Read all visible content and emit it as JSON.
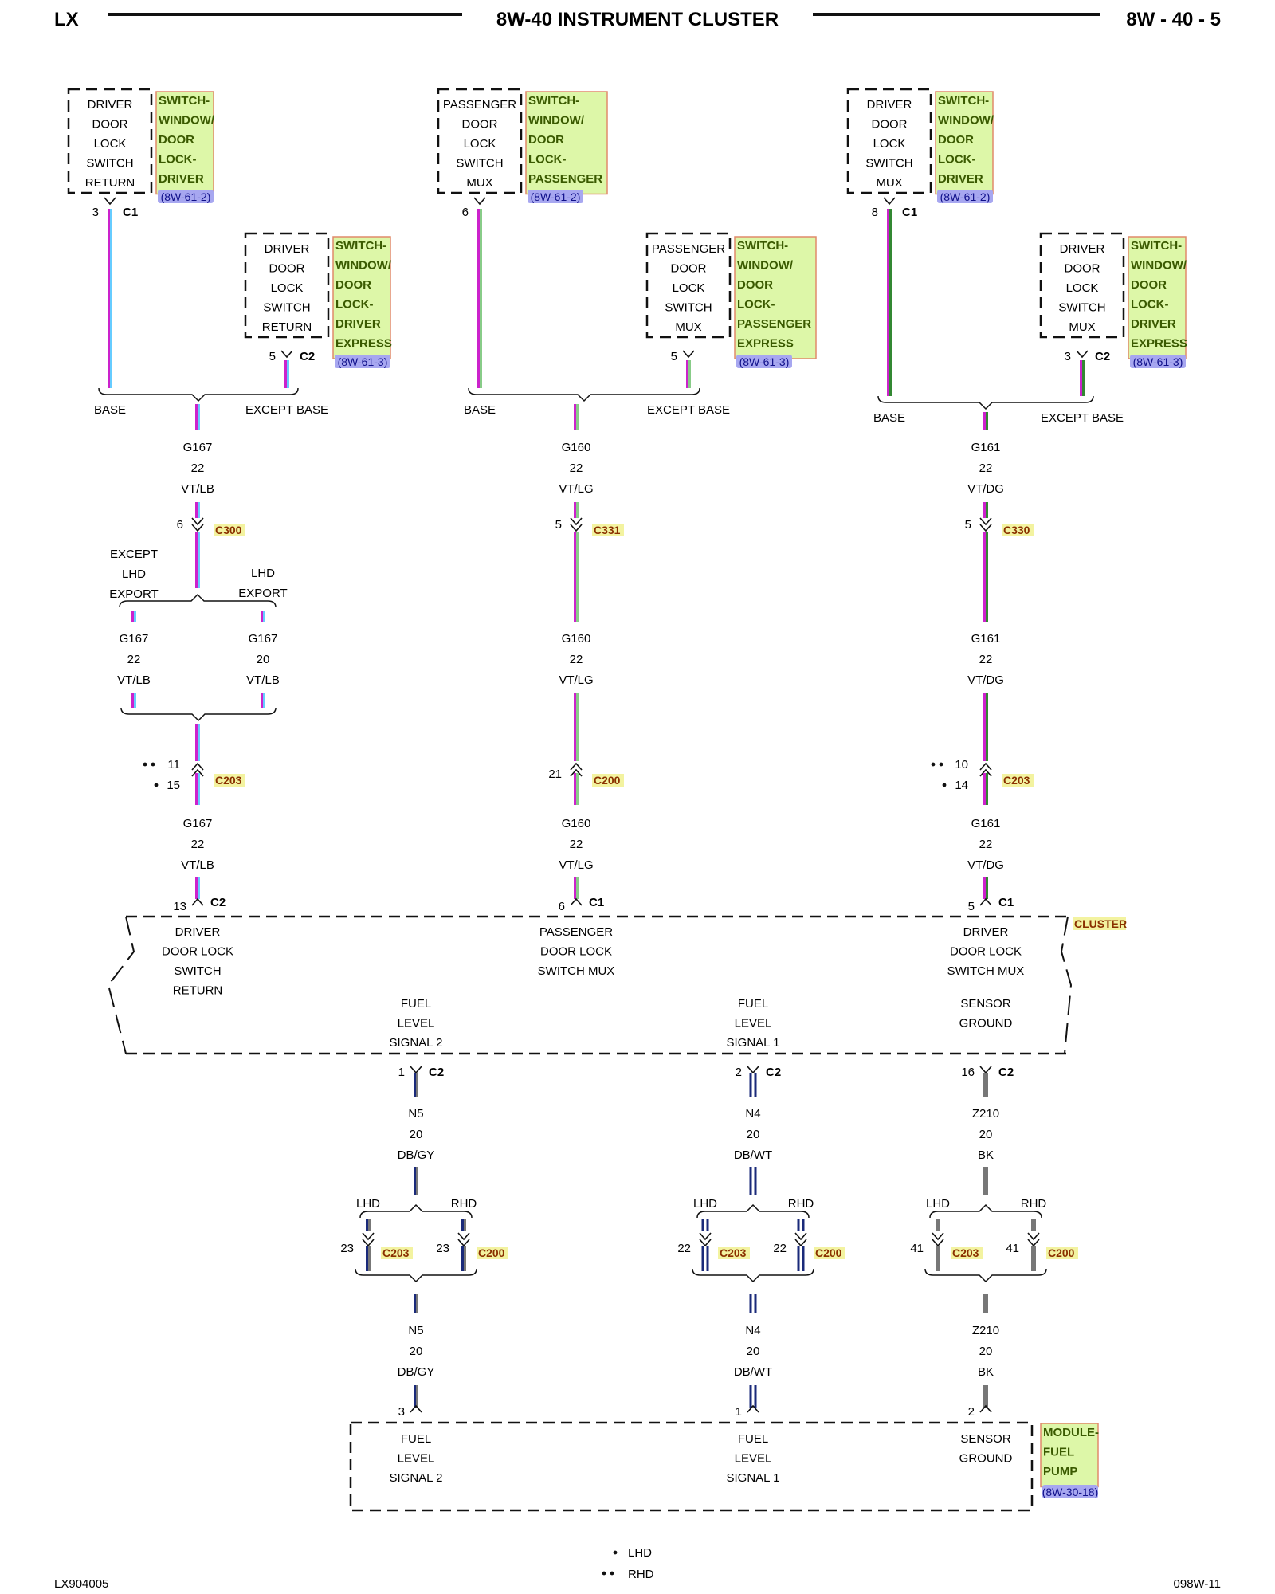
{
  "header": {
    "left": "LX",
    "title": "8W-40 INSTRUMENT CLUSTER",
    "right": "8W - 40 - 5"
  },
  "footer": {
    "left": "LX904005",
    "right": "098W-11"
  },
  "legend": {
    "lhd": "LHD",
    "rhd": "RHD"
  },
  "ref_top": "(8W-61-2)",
  "ref_express": "(8W-61-3)",
  "ref_pump": "(8W-30-18)",
  "label_base": "BASE",
  "label_except_base": "EXCEPT BASE",
  "label_except_lhd_export": [
    "EXCEPT",
    "LHD",
    "EXPORT"
  ],
  "label_lhd_export": [
    "LHD",
    "EXPORT"
  ],
  "label_lhd": "LHD",
  "label_rhd": "RHD",
  "cluster_label": "CLUSTER",
  "pump_label": [
    "MODULE-",
    "FUEL",
    "PUMP"
  ],
  "columns": [
    {
      "top_switch": {
        "lines": [
          "DRIVER",
          "DOOR",
          "LOCK",
          "SWITCH",
          "RETURN"
        ],
        "comp": [
          "SWITCH-",
          "WINDOW/",
          "DOOR",
          "LOCK-",
          "DRIVER"
        ],
        "pin": "3",
        "conn": "C1"
      },
      "exp_switch": {
        "lines": [
          "DRIVER",
          "DOOR",
          "LOCK",
          "SWITCH",
          "RETURN"
        ],
        "comp": [
          "SWITCH-",
          "WINDOW/",
          "DOOR",
          "LOCK-",
          "DRIVER",
          "EXPRESS"
        ],
        "pin": "5",
        "conn": "C2"
      },
      "wire1": [
        "G167",
        "22",
        "VT/LB"
      ],
      "inline1": {
        "pin": "6",
        "conn": "C300"
      },
      "wire2_split": [
        [
          "G167",
          "22",
          "VT/LB"
        ],
        [
          "G167",
          "20",
          "VT/LB"
        ]
      ],
      "inline2": {
        "pins": [
          "11",
          "15"
        ],
        "conn": "C203"
      },
      "wire3": [
        "G167",
        "22",
        "VT/LB"
      ],
      "cluster_pin": "13",
      "cluster_conn": "C2",
      "cluster_func": [
        "DRIVER",
        "DOOR LOCK",
        "SWITCH",
        "RETURN"
      ]
    },
    {
      "top_switch": {
        "lines": [
          "PASSENGER",
          "DOOR",
          "LOCK",
          "SWITCH",
          "MUX"
        ],
        "comp": [
          "SWITCH-",
          "WINDOW/",
          "DOOR",
          "LOCK-",
          "PASSENGER"
        ],
        "pin": "6",
        "conn": ""
      },
      "exp_switch": {
        "lines": [
          "PASSENGER",
          "DOOR",
          "LOCK",
          "SWITCH",
          "MUX"
        ],
        "comp": [
          "SWITCH-",
          "WINDOW/",
          "DOOR",
          "LOCK-",
          "PASSENGER",
          "EXPRESS"
        ],
        "pin": "5",
        "conn": ""
      },
      "wire1": [
        "G160",
        "22",
        "VT/LG"
      ],
      "inline1": {
        "pin": "5",
        "conn": "C331"
      },
      "wire2": [
        "G160",
        "22",
        "VT/LG"
      ],
      "inline2": {
        "pins": [
          "21"
        ],
        "conn": "C200"
      },
      "wire3": [
        "G160",
        "22",
        "VT/LG"
      ],
      "cluster_pin": "6",
      "cluster_conn": "C1",
      "cluster_func": [
        "PASSENGER",
        "DOOR LOCK",
        "SWITCH MUX"
      ]
    },
    {
      "top_switch": {
        "lines": [
          "DRIVER",
          "DOOR",
          "LOCK",
          "SWITCH",
          "MUX"
        ],
        "comp": [
          "SWITCH-",
          "WINDOW/",
          "DOOR",
          "LOCK-",
          "DRIVER"
        ],
        "pin": "8",
        "conn": "C1"
      },
      "exp_switch": {
        "lines": [
          "DRIVER",
          "DOOR",
          "LOCK",
          "SWITCH",
          "MUX"
        ],
        "comp": [
          "SWITCH-",
          "WINDOW/",
          "DOOR",
          "LOCK-",
          "DRIVER",
          "EXPRESS"
        ],
        "pin": "3",
        "conn": "C2"
      },
      "wire1": [
        "G161",
        "22",
        "VT/DG"
      ],
      "inline1": {
        "pin": "5",
        "conn": "C330"
      },
      "wire2": [
        "G161",
        "22",
        "VT/DG"
      ],
      "inline2": {
        "pins": [
          "10",
          "14"
        ],
        "conn": "C203"
      },
      "wire3": [
        "G161",
        "22",
        "VT/DG"
      ],
      "cluster_pin": "5",
      "cluster_conn": "C1",
      "cluster_func": [
        "DRIVER",
        "DOOR LOCK",
        "SWITCH MUX"
      ]
    }
  ],
  "fuel": [
    {
      "cluster_func": [
        "FUEL",
        "LEVEL",
        "SIGNAL 2"
      ],
      "cluster_pin": "1",
      "cluster_conn": "C2",
      "wire1": [
        "N5",
        "20",
        "DB/GY"
      ],
      "lhd": {
        "pin": "23",
        "conn": "C203"
      },
      "rhd": {
        "pin": "23",
        "conn": "C200"
      },
      "wire2": [
        "N5",
        "20",
        "DB/GY"
      ],
      "pump_pin": "3",
      "pump_func": [
        "FUEL",
        "LEVEL",
        "SIGNAL 2"
      ]
    },
    {
      "cluster_func": [
        "FUEL",
        "LEVEL",
        "SIGNAL 1"
      ],
      "cluster_pin": "2",
      "cluster_conn": "C2",
      "wire1": [
        "N4",
        "20",
        "DB/WT"
      ],
      "lhd": {
        "pin": "22",
        "conn": "C203"
      },
      "rhd": {
        "pin": "22",
        "conn": "C200"
      },
      "wire2": [
        "N4",
        "20",
        "DB/WT"
      ],
      "pump_pin": "1",
      "pump_func": [
        "FUEL",
        "LEVEL",
        "SIGNAL 1"
      ]
    },
    {
      "cluster_func": [
        "SENSOR",
        "GROUND"
      ],
      "cluster_pin": "16",
      "cluster_conn": "C2",
      "wire1": [
        "Z210",
        "20",
        "BK"
      ],
      "lhd": {
        "pin": "41",
        "conn": "C203"
      },
      "rhd": {
        "pin": "41",
        "conn": "C200"
      },
      "wire2": [
        "Z210",
        "20",
        "BK"
      ],
      "pump_pin": "2",
      "pump_func": [
        "SENSOR",
        "GROUND"
      ]
    }
  ],
  "colors": {
    "violet": "#cc22cc",
    "light_blue": "#66ccff",
    "light_green": "#88cc88",
    "dark_green": "#338833",
    "dark_blue": "#1a2a7a",
    "gray": "#777777",
    "white": "#ffffff",
    "black": "#111111",
    "comp_fill": "#ddf7a8",
    "comp_border": "#e08a6a",
    "ref_fill": "#a7a7f0",
    "conn_fill": "#f3f3a0"
  }
}
